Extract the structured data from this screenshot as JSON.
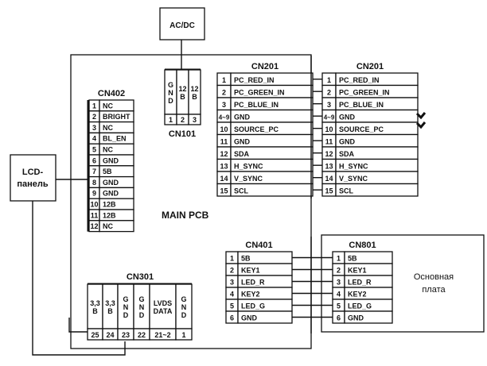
{
  "title": "LCD monitor block wiring diagram",
  "blocks": {
    "acdc": "AC/DC",
    "lcd_panel": [
      "LCD-",
      "панель"
    ],
    "main_pcb": "MAIN PCB",
    "main_board": [
      "Основная",
      "плата"
    ]
  },
  "cn101": {
    "name": "CN101",
    "columns": [
      {
        "pin": "1",
        "label": [
          "G",
          "N",
          "D"
        ]
      },
      {
        "pin": "2",
        "label": [
          "12",
          "B"
        ]
      },
      {
        "pin": "3",
        "label": [
          "12",
          "B"
        ]
      }
    ]
  },
  "cn402": {
    "name": "CN402",
    "pins": [
      {
        "pin": "1",
        "signal": "NC"
      },
      {
        "pin": "2",
        "signal": "BRIGHT"
      },
      {
        "pin": "3",
        "signal": "NC"
      },
      {
        "pin": "4",
        "signal": "BL_EN"
      },
      {
        "pin": "5",
        "signal": "NC"
      },
      {
        "pin": "6",
        "signal": "GND"
      },
      {
        "pin": "7",
        "signal": "5B"
      },
      {
        "pin": "8",
        "signal": "GND"
      },
      {
        "pin": "9",
        "signal": "GND"
      },
      {
        "pin": "10",
        "signal": "12B"
      },
      {
        "pin": "11",
        "signal": "12B"
      },
      {
        "pin": "12",
        "signal": "NC"
      }
    ]
  },
  "cn201_left": {
    "name": "CN201",
    "pins": [
      {
        "pin": "1",
        "signal": "PC_RED_IN"
      },
      {
        "pin": "2",
        "signal": "PC_GREEN_IN"
      },
      {
        "pin": "3",
        "signal": "PC_BLUE_IN"
      },
      {
        "pin": "4~9",
        "signal": "GND"
      },
      {
        "pin": "10",
        "signal": "SOURCE_PC"
      },
      {
        "pin": "11",
        "signal": "GND"
      },
      {
        "pin": "12",
        "signal": "SDA"
      },
      {
        "pin": "13",
        "signal": "H_SYNC"
      },
      {
        "pin": "14",
        "signal": "V_SYNC"
      },
      {
        "pin": "15",
        "signal": "SCL"
      }
    ]
  },
  "cn201_right": {
    "name": "CN201",
    "pins": [
      {
        "pin": "1",
        "signal": "PC_RED_IN"
      },
      {
        "pin": "2",
        "signal": "PC_GREEN_IN"
      },
      {
        "pin": "3",
        "signal": "PC_BLUE_IN"
      },
      {
        "pin": "4~9",
        "signal": "GND"
      },
      {
        "pin": "10",
        "signal": "SOURCE_PC"
      },
      {
        "pin": "11",
        "signal": "GND"
      },
      {
        "pin": "12",
        "signal": "SDA"
      },
      {
        "pin": "13",
        "signal": "H_SYNC"
      },
      {
        "pin": "14",
        "signal": "V_SYNC"
      },
      {
        "pin": "15",
        "signal": "SCL"
      }
    ],
    "marks": [
      "check-mark",
      "check-mark"
    ]
  },
  "cn301": {
    "name": "CN301",
    "columns": [
      {
        "pin": "25",
        "label": [
          "3,3",
          "B"
        ]
      },
      {
        "pin": "24",
        "label": [
          "3,3",
          "B"
        ]
      },
      {
        "pin": "23",
        "label": [
          "G",
          "N",
          "D"
        ]
      },
      {
        "pin": "22",
        "label": [
          "G",
          "N",
          "D"
        ]
      },
      {
        "pin": "21~2",
        "label": [
          "LVDS",
          "DATA"
        ]
      },
      {
        "pin": "1",
        "label": [
          "G",
          "N",
          "D"
        ]
      }
    ]
  },
  "cn401": {
    "name": "CN401",
    "pins": [
      {
        "pin": "1",
        "signal": "5B"
      },
      {
        "pin": "2",
        "signal": "KEY1"
      },
      {
        "pin": "3",
        "signal": "LED_R"
      },
      {
        "pin": "4",
        "signal": "KEY2"
      },
      {
        "pin": "5",
        "signal": "LED_G"
      },
      {
        "pin": "6",
        "signal": "GND"
      }
    ]
  },
  "cn801": {
    "name": "CN801",
    "pins": [
      {
        "pin": "1",
        "signal": "5B"
      },
      {
        "pin": "2",
        "signal": "KEY1"
      },
      {
        "pin": "3",
        "signal": "LED_R"
      },
      {
        "pin": "4",
        "signal": "KEY2"
      },
      {
        "pin": "5",
        "signal": "LED_G"
      },
      {
        "pin": "6",
        "signal": "GND"
      }
    ]
  }
}
